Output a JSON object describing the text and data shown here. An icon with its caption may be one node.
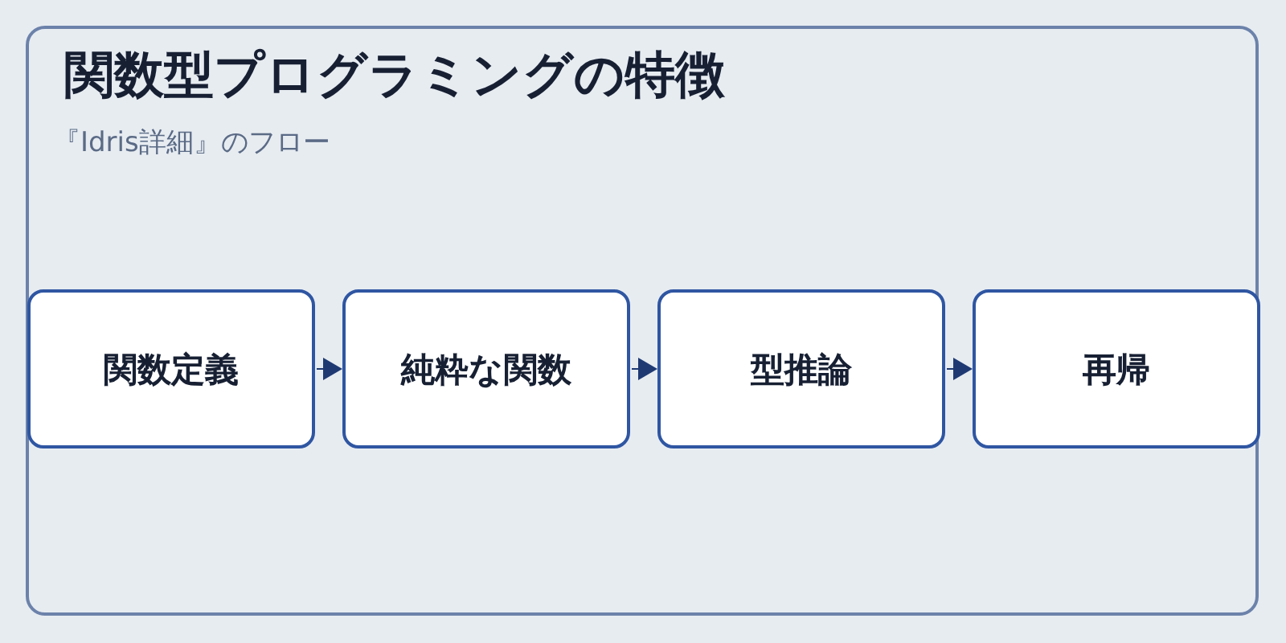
{
  "diagram": {
    "title": "関数型プログラミングの特徴",
    "nodes": [
      {
        "text": [
          "関数定義"
        ]
      },
      {
        "text": [
          "純粋な関数"
        ]
      },
      {
        "text": [
          "型推論"
        ]
      },
      {
        "text": [
          "再帰"
        ]
      }
    ],
    "edges": [
      {
        "from": 0,
        "to": 1,
        "arrow": "to"
      },
      {
        "from": 1,
        "to": 2,
        "arrow": "to"
      },
      {
        "from": 2,
        "to": 3,
        "arrow": "to"
      }
    ],
    "labels": [
      "『Idris詳細』のフロー"
    ]
  }
}
